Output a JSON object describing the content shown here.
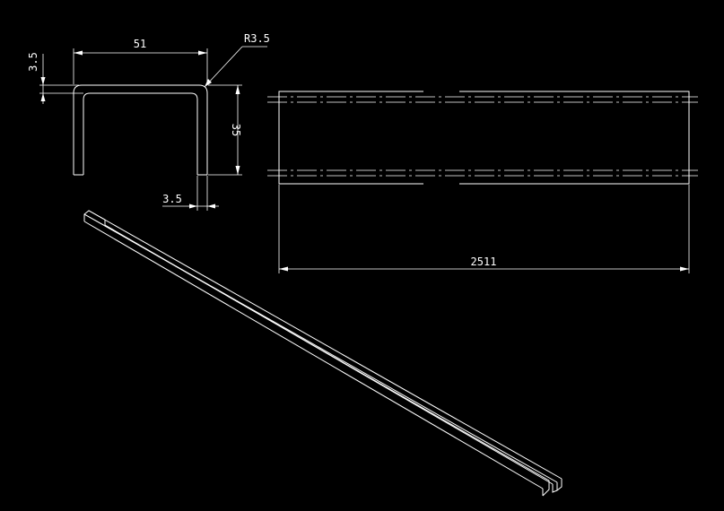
{
  "drawing": {
    "line_color": "#ffffff",
    "background_color": "#000000"
  },
  "section_view": {
    "dim_width": "51",
    "dim_thickness_top": "3.5",
    "dim_height": "35",
    "dim_thickness_bottom": "3.5",
    "dim_radius": "R3.5"
  },
  "top_view": {
    "dim_length": "2511"
  }
}
